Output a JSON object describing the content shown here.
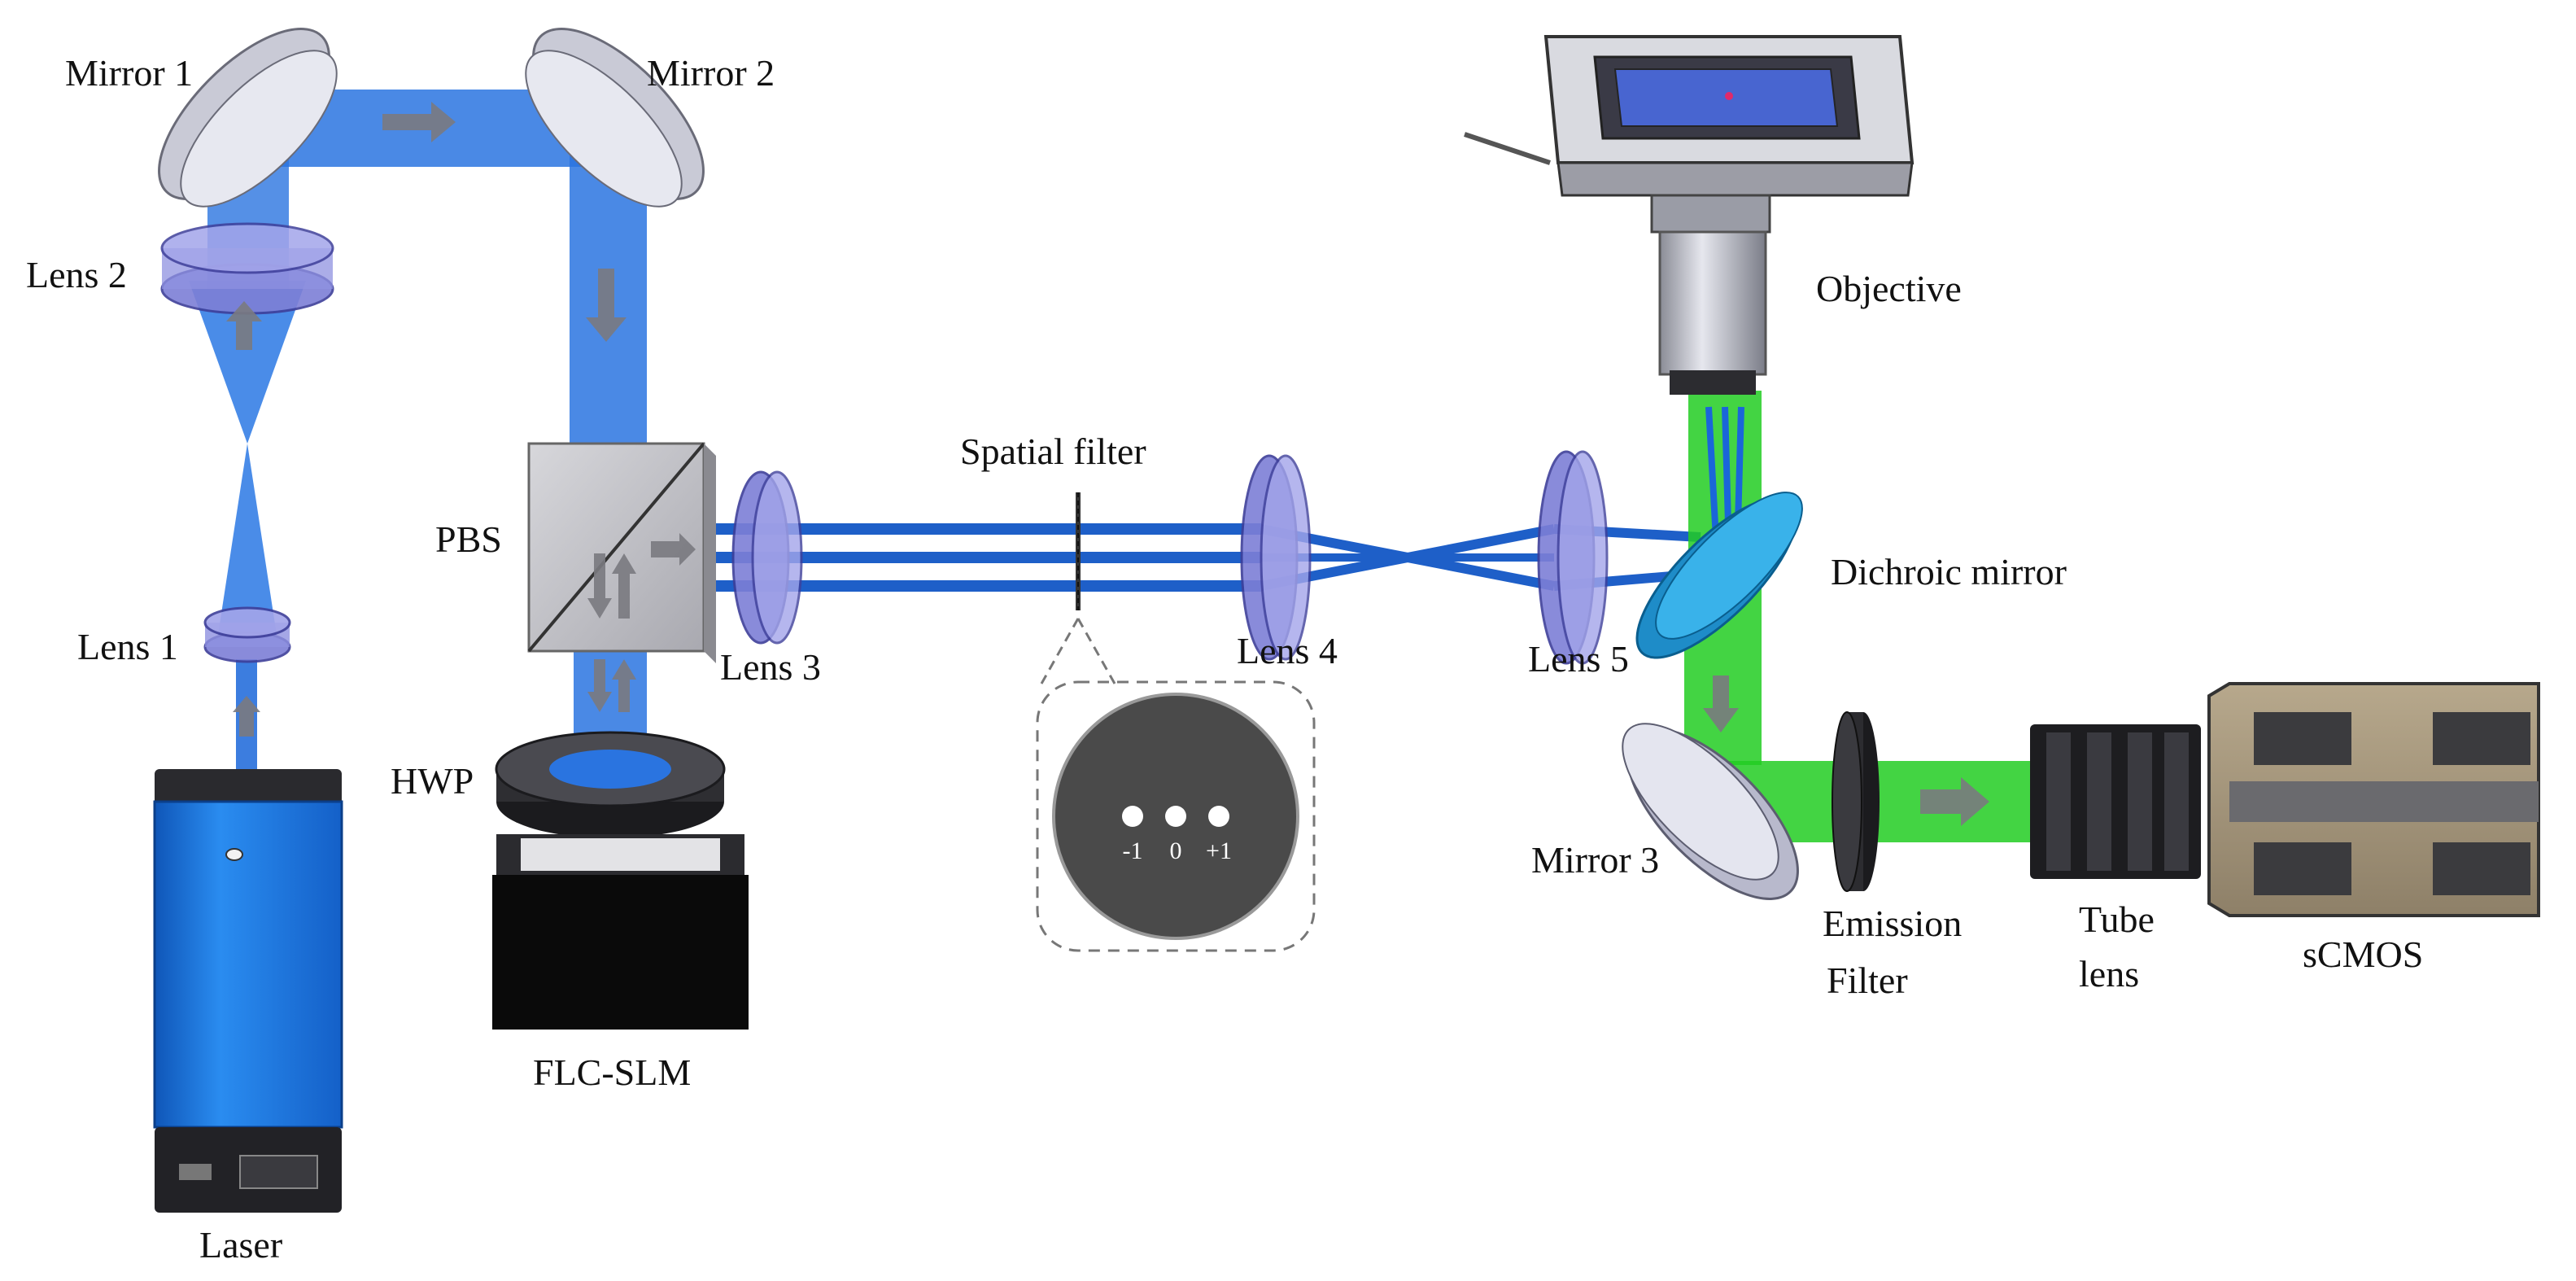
{
  "labels": {
    "mirror1": "Mirror 1",
    "mirror2": "Mirror 2",
    "mirror3": "Mirror 3",
    "lens1": "Lens 1",
    "lens2": "Lens 2",
    "lens3": "Lens 3",
    "lens4": "Lens 4",
    "lens5": "Lens 5",
    "pbs": "PBS",
    "hwp": "HWP",
    "flc_slm": "FLC-SLM",
    "laser": "Laser",
    "spatial_filter": "Spatial filter",
    "objective": "Objective",
    "dichroic_mirror": "Dichroic mirror",
    "emission_filter_line1": "Emission",
    "emission_filter_line2": "Filter",
    "tube_lens_line1": "Tube",
    "tube_lens_line2": "lens",
    "scmos": "sCMOS"
  },
  "filter_orders": [
    "-1",
    "0",
    "+1"
  ],
  "colors": {
    "blue_beam": "#1a66d9",
    "green_beam": "#22cc22",
    "laser_body": "#1f7fe0",
    "lens_glass": "#7d7fd6",
    "mirror": "#c9cad6",
    "dichroic": "#2aa3e0"
  }
}
